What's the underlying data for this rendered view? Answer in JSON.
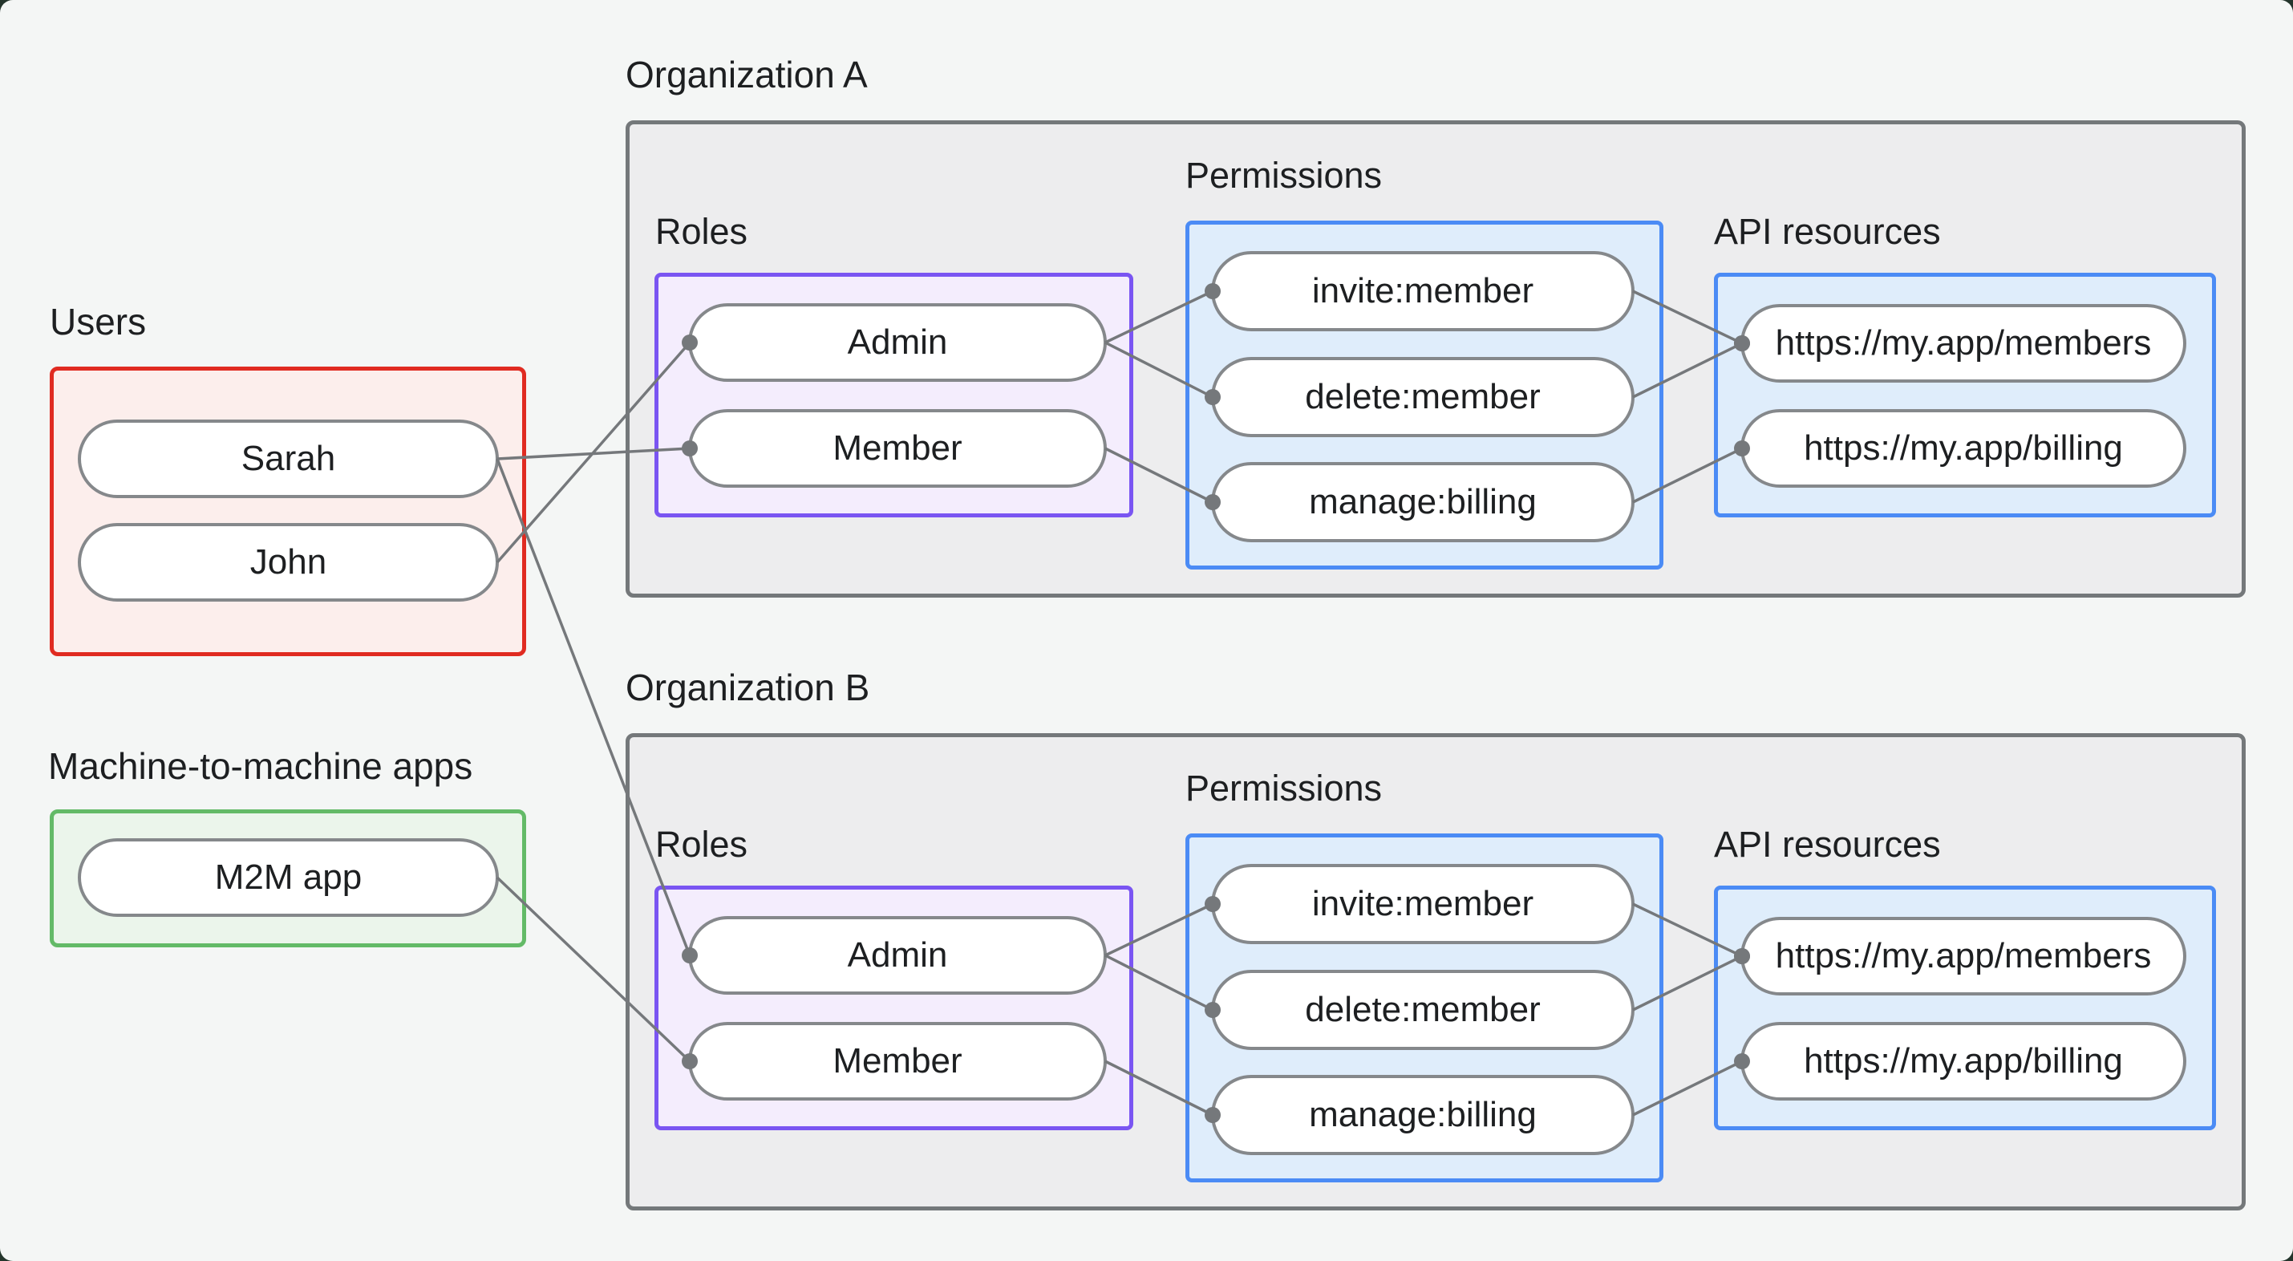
{
  "colors": {
    "outside_background": "#24352c",
    "canvas_background": "#f4f6f5",
    "text": "#1d1f21",
    "connector_line": "#75787b",
    "node_border": "#85888b",
    "node_fill": "#ffffff",
    "org_box_fill": "#ededee",
    "org_box_border": "#74787a",
    "users_box_border": "#e02b21",
    "users_box_fill": "#fceeec",
    "m2m_box_border": "#63ba67",
    "m2m_box_fill": "#ebf5eb",
    "roles_box_border": "#7a55f2",
    "roles_box_fill": "#f4edfd",
    "blue_box_border": "#4b8bf5",
    "blue_box_fill": "#dfedfb"
  },
  "groups": {
    "users": {
      "label": "Users",
      "items": [
        "Sarah",
        "John"
      ]
    },
    "m2m": {
      "label": "Machine-to-machine apps",
      "items": [
        "M2M app"
      ]
    }
  },
  "orgs": [
    {
      "label": "Organization A",
      "roles_label": "Roles",
      "permissions_label": "Permissions",
      "api_label": "API resources",
      "roles": [
        "Admin",
        "Member"
      ],
      "permissions": [
        "invite:member",
        "delete:member",
        "manage:billing"
      ],
      "api_resources": [
        "https://my.app/members",
        "https://my.app/billing"
      ]
    },
    {
      "label": "Organization B",
      "roles_label": "Roles",
      "permissions_label": "Permissions",
      "api_label": "API resources",
      "roles": [
        "Admin",
        "Member"
      ],
      "permissions": [
        "invite:member",
        "delete:member",
        "manage:billing"
      ],
      "api_resources": [
        "https://my.app/members",
        "https://my.app/billing"
      ]
    }
  ],
  "edges": [
    {
      "from": "sarah",
      "to": "a-member"
    },
    {
      "from": "john",
      "to": "a-admin"
    },
    {
      "from": "sarah",
      "to": "b-admin"
    },
    {
      "from": "m2m",
      "to": "b-member"
    },
    {
      "from": "a-admin",
      "to": "a-invite"
    },
    {
      "from": "a-admin",
      "to": "a-delete"
    },
    {
      "from": "a-member",
      "to": "a-manage"
    },
    {
      "from": "a-invite",
      "to": "a-members"
    },
    {
      "from": "a-delete",
      "to": "a-members"
    },
    {
      "from": "a-manage",
      "to": "a-billing"
    },
    {
      "from": "b-admin",
      "to": "b-invite"
    },
    {
      "from": "b-admin",
      "to": "b-delete"
    },
    {
      "from": "b-member",
      "to": "b-manage"
    },
    {
      "from": "b-invite",
      "to": "b-members"
    },
    {
      "from": "b-delete",
      "to": "b-members"
    },
    {
      "from": "b-manage",
      "to": "b-billing"
    }
  ]
}
